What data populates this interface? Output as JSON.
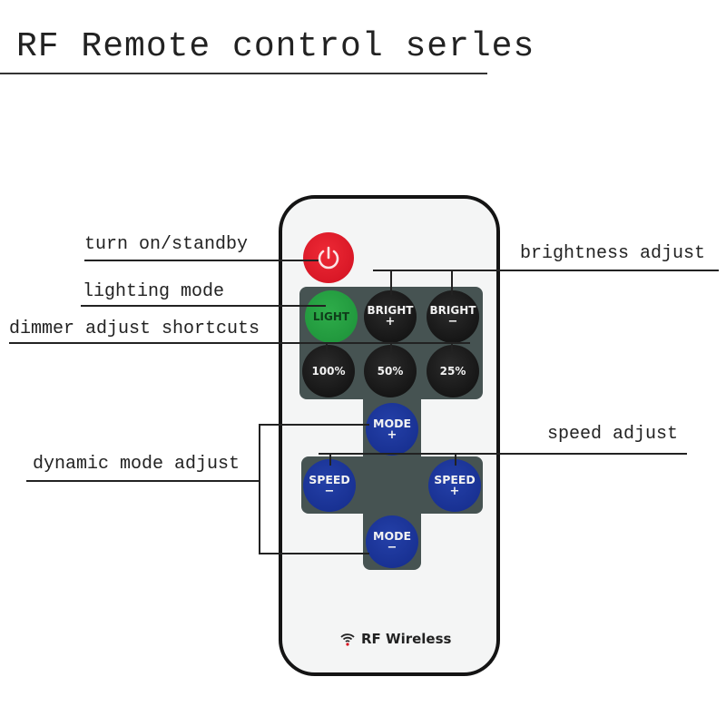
{
  "title": "RF Remote control serles",
  "remote": {
    "brand_label": "RF Wireless",
    "brand_icon": "wifi-signal-icon",
    "power_button": {
      "icon": "power-icon",
      "color": "#e01a2a"
    },
    "buttons": {
      "light": {
        "line1": "LIGHT",
        "line2": "",
        "color": "#25a042"
      },
      "bright_plus": {
        "line1": "BRIGHT",
        "line2": "+"
      },
      "bright_minus": {
        "line1": "BRIGHT",
        "line2": "−"
      },
      "pct_100": {
        "line1": "100%"
      },
      "pct_50": {
        "line1": "50%"
      },
      "pct_25": {
        "line1": "25%"
      },
      "mode_plus": {
        "line1": "MODE",
        "line2": "+"
      },
      "mode_minus": {
        "line1": "MODE",
        "line2": "−"
      },
      "speed_minus": {
        "line1": "SPEED",
        "line2": "−"
      },
      "speed_plus": {
        "line1": "SPEED",
        "line2": "+"
      }
    },
    "colors": {
      "panel": "#465352",
      "blue_button": "#1a3399",
      "black_button": "#151515",
      "body": "#f4f5f5"
    }
  },
  "annotations": {
    "turn_on": "turn on/standby",
    "lighting_mode": "lighting mode",
    "dimmer": "dimmer adjust shortcuts",
    "brightness": "brightness adjust",
    "dynamic_mode": "dynamic mode adjust",
    "speed": "speed adjust"
  }
}
